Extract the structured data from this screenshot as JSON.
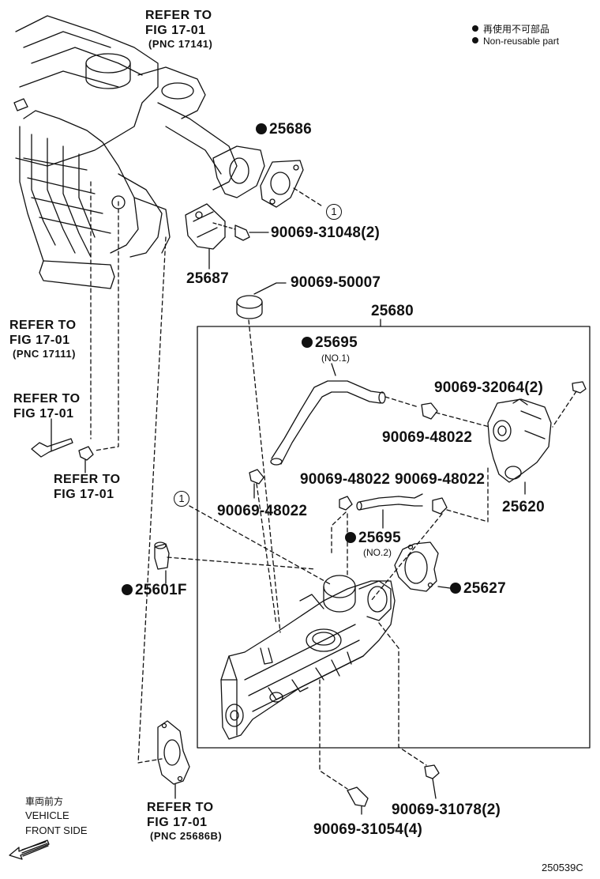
{
  "legend": {
    "jp": "再使用不可部品",
    "en": "Non-reusable part"
  },
  "refs": {
    "top": {
      "line1": "REFER TO",
      "line2": "FIG 17-01",
      "line3": "(PNC 17141)"
    },
    "left": {
      "line1": "REFER TO",
      "line2": "FIG 17-01",
      "line3": "(PNC 17111)"
    },
    "bolt_a": {
      "line1": "REFER TO",
      "line2": "FIG 17-01"
    },
    "bolt_b": {
      "line1": "REFER TO",
      "line2": "FIG 17-01"
    },
    "bottom": {
      "line1": "REFER TO",
      "line2": "FIG 17-01",
      "line3": "(PNC 25686B)"
    }
  },
  "parts": {
    "p25686": "25686",
    "p25687": "25687",
    "p90069_31048": "90069-31048(2)",
    "p90069_50007": "90069-50007",
    "p25680": "25680",
    "p25695_a": "25695",
    "p25695_a_sub": "(NO.1)",
    "p90069_32064": "90069-32064(2)",
    "p90069_48022_a": "90069-48022",
    "p25620": "25620",
    "p90069_48022_b": "90069-48022",
    "p90069_48022_c": "90069-48022",
    "p90069_48022_d": "90069-48022",
    "p25695_b": "25695",
    "p25695_b_sub": "(NO.2)",
    "p25627": "25627",
    "p25601F": "25601F",
    "p90069_31078": "90069-31078(2)",
    "p90069_31054": "90069-31054(4)"
  },
  "callout": {
    "one": "1"
  },
  "direction": {
    "jp": "車両前方",
    "line1": "VEHICLE",
    "line2": "FRONT SIDE"
  },
  "figure_id": "250539C"
}
